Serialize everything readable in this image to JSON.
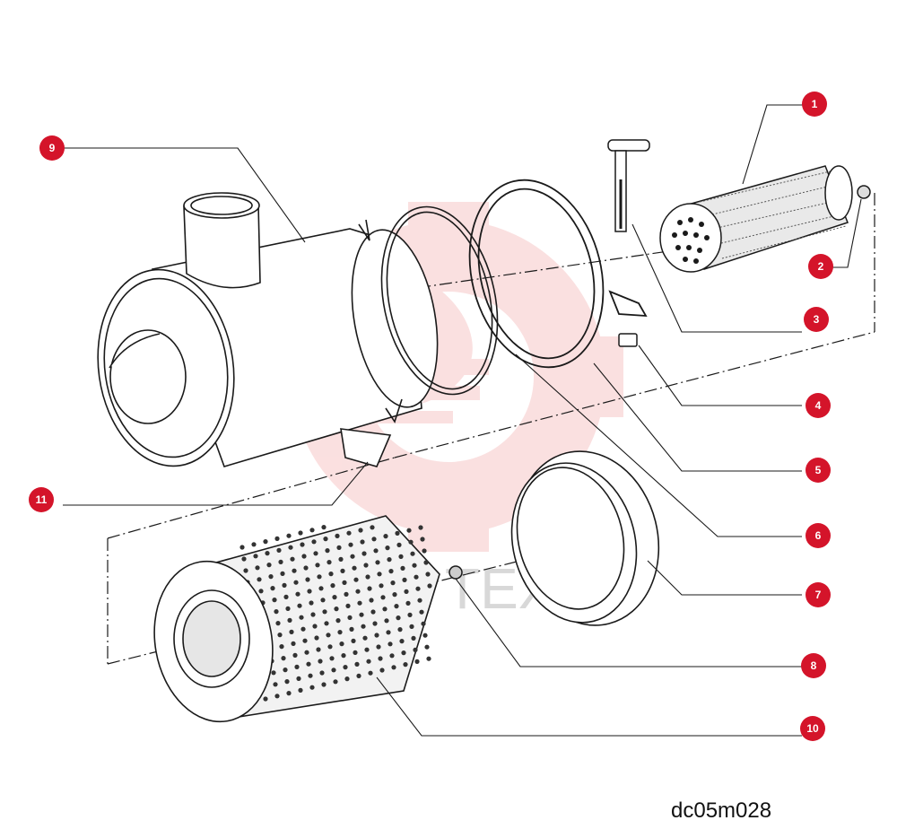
{
  "diagram": {
    "drawing_code": "dc05m028",
    "watermark_text": "TEX",
    "callouts": [
      {
        "num": "1"
      },
      {
        "num": "2"
      },
      {
        "num": "3"
      },
      {
        "num": "4"
      },
      {
        "num": "5"
      },
      {
        "num": "6"
      },
      {
        "num": "7"
      },
      {
        "num": "8"
      },
      {
        "num": "9"
      },
      {
        "num": "10"
      },
      {
        "num": "11"
      }
    ]
  },
  "colors": {
    "callout": "#d4142a",
    "line": "#1a1a1a",
    "watermark": "#f7c7c7"
  }
}
